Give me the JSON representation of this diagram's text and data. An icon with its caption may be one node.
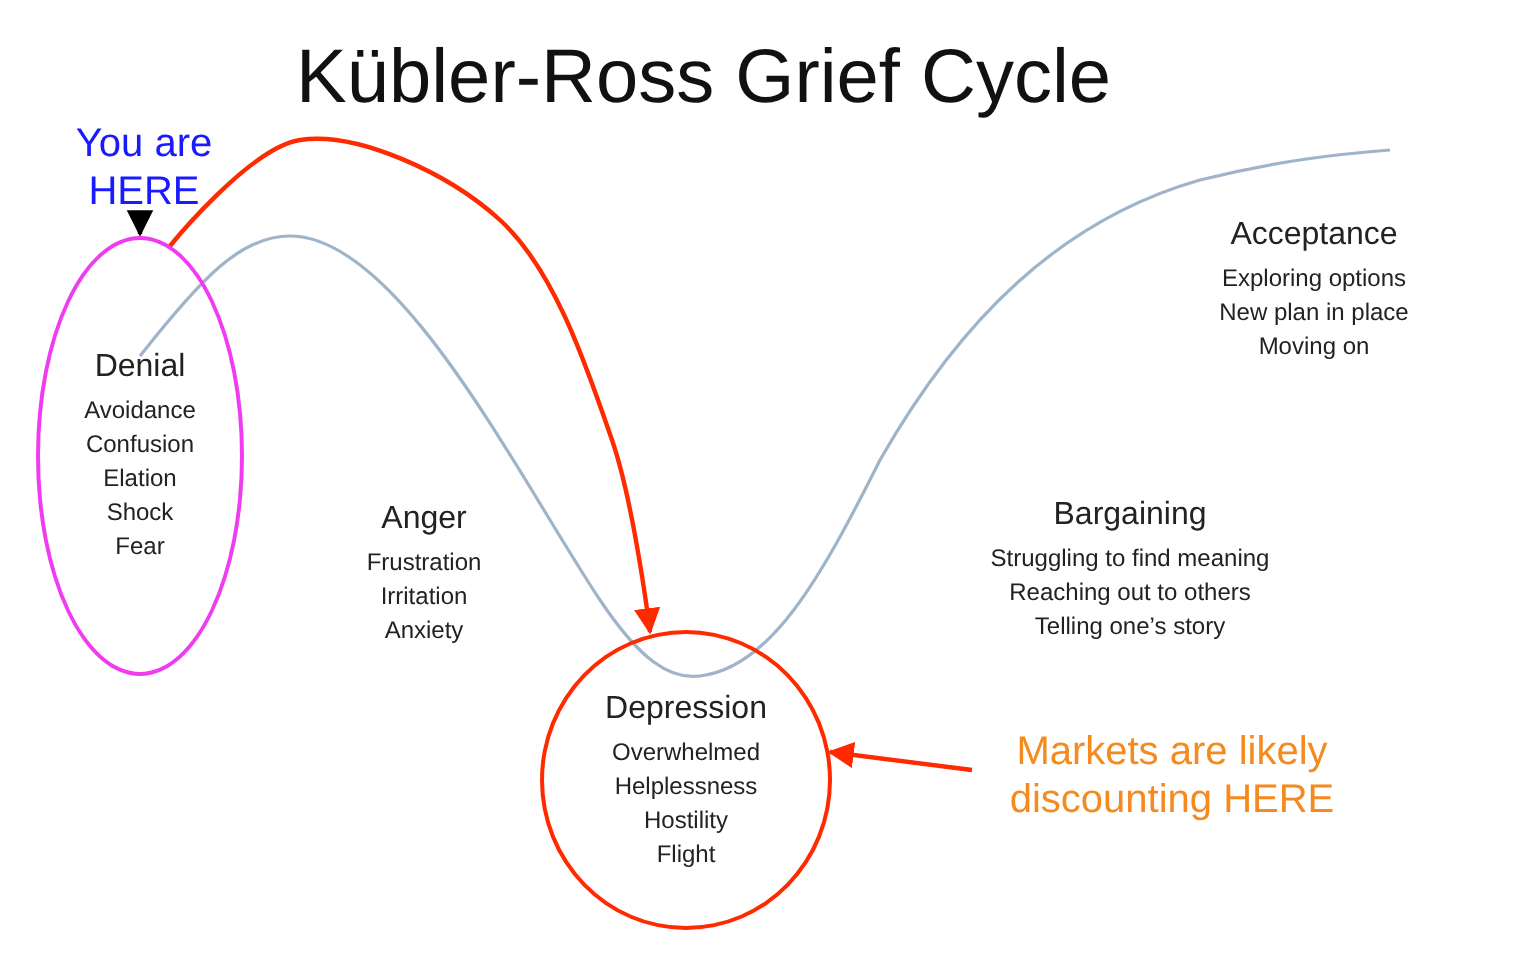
{
  "diagram": {
    "title": "Kübler-Ross Grief Cycle",
    "nodes": [
      {
        "text": [
          "You are HERE"
        ]
      },
      {
        "text": [
          "Denial",
          "Avoidance",
          "Confusion",
          "Elation",
          "Shock",
          "Fear"
        ]
      },
      {
        "text": [
          "Depression",
          "Overwhelmed",
          "Helplessness",
          "Hostility",
          "Flight"
        ]
      },
      {
        "text": [
          "Markets are likely discounting HERE"
        ]
      }
    ],
    "edges": [
      {
        "from": 0,
        "to": 1,
        "arrow": "to",
        "color": "#000000"
      },
      {
        "from": 1,
        "to": 2,
        "arrow": "to"
      },
      {
        "from": 3,
        "to": 2,
        "arrow": "to"
      }
    ],
    "labels": [
      "Acceptance",
      "Exploring options",
      "New plan in place",
      "Moving on",
      "Anger",
      "Frustration",
      "Irritation",
      "Anxiety",
      "Bargaining",
      "Struggling to find meaning",
      "Reaching out to others",
      "Telling one’s story"
    ]
  }
}
